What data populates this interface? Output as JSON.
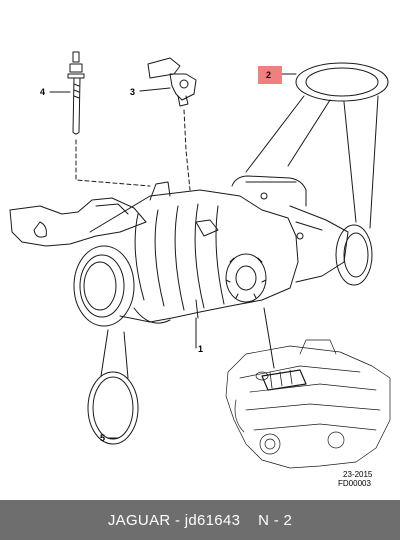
{
  "colors": {
    "line": "#1a1a1a",
    "highlight": "#f08080",
    "footer_bg": "#6e6e6e",
    "footer_text": "#ffffff"
  },
  "callouts": {
    "c1": "1",
    "c2": "2",
    "c3": "3",
    "c4": "4",
    "c5": "5"
  },
  "ref": {
    "date": "23-2015",
    "code": "FD00003"
  },
  "footer": {
    "brand": "JAGUAR",
    "separator1": " - ",
    "part_number": "jd61643",
    "separator2": "    N - ",
    "item": "2"
  }
}
